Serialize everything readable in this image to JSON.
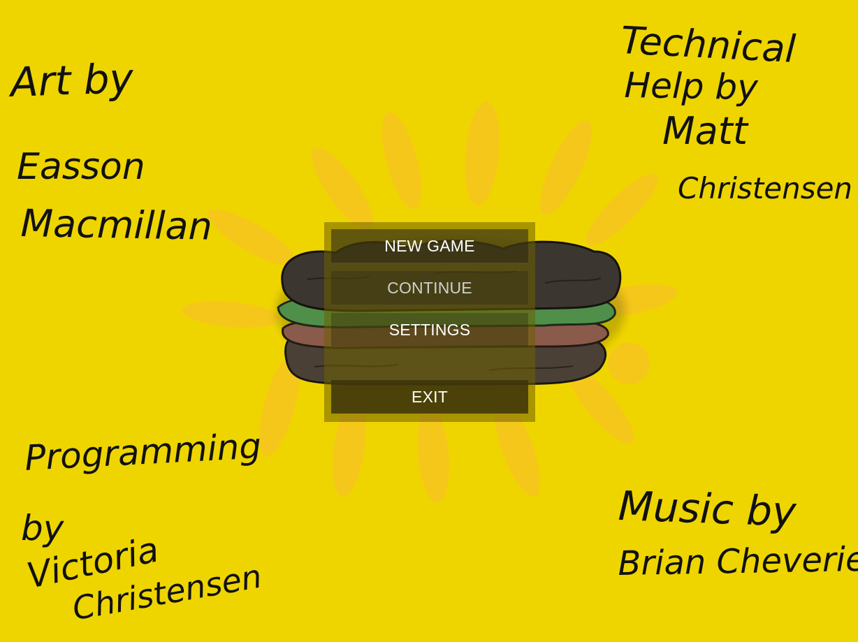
{
  "credits": {
    "art": {
      "title": "Art by",
      "line1": "Easson",
      "line2": "Macmillan"
    },
    "technical": {
      "title": "Technical",
      "line2": "Help by",
      "line3": "Matt",
      "line4": "Christensen"
    },
    "programming": {
      "title": "Programming",
      "line2": "by",
      "line3": "Victoria",
      "line4": "Christensen"
    },
    "music": {
      "title": "Music by",
      "line2": "Brian Cheverie"
    }
  },
  "menu": {
    "new_game": "NEW GAME",
    "continue": "CONTINUE",
    "settings": "SETTINGS",
    "exit": "EXIT"
  },
  "colors": {
    "background": "#efd500",
    "sunburst": "#f5c61e",
    "bun": "#3b3630",
    "lettuce": "#4f8f4a",
    "meat": "#8a5a4a"
  },
  "icons": {
    "sandwich": "sandwich-illustration",
    "sunburst": "sunburst-background"
  }
}
